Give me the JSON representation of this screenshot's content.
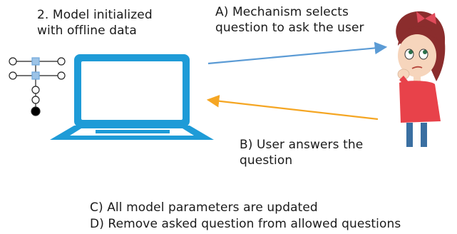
{
  "model_label": {
    "line1": "2. Model initialized",
    "line2": "with offline data"
  },
  "step_a": {
    "line1": "A) Mechanism selects",
    "line2": "question to ask the user"
  },
  "step_b": {
    "line1": "B) User answers the",
    "line2": "question"
  },
  "steps_footer": {
    "step_c": "C) All model parameters are updated",
    "step_d": "D) Remove asked question from allowed questions"
  },
  "colors": {
    "laptop_blue": "#1e9bd7",
    "arrow_to_user": "#5b9bd5",
    "arrow_to_laptop": "#f5a623",
    "model_node_blue": "#9dc3e6",
    "leaf_black": "#000000"
  },
  "icons": [
    "tree-model-icon",
    "laptop-icon",
    "girl-thinking-icon"
  ]
}
